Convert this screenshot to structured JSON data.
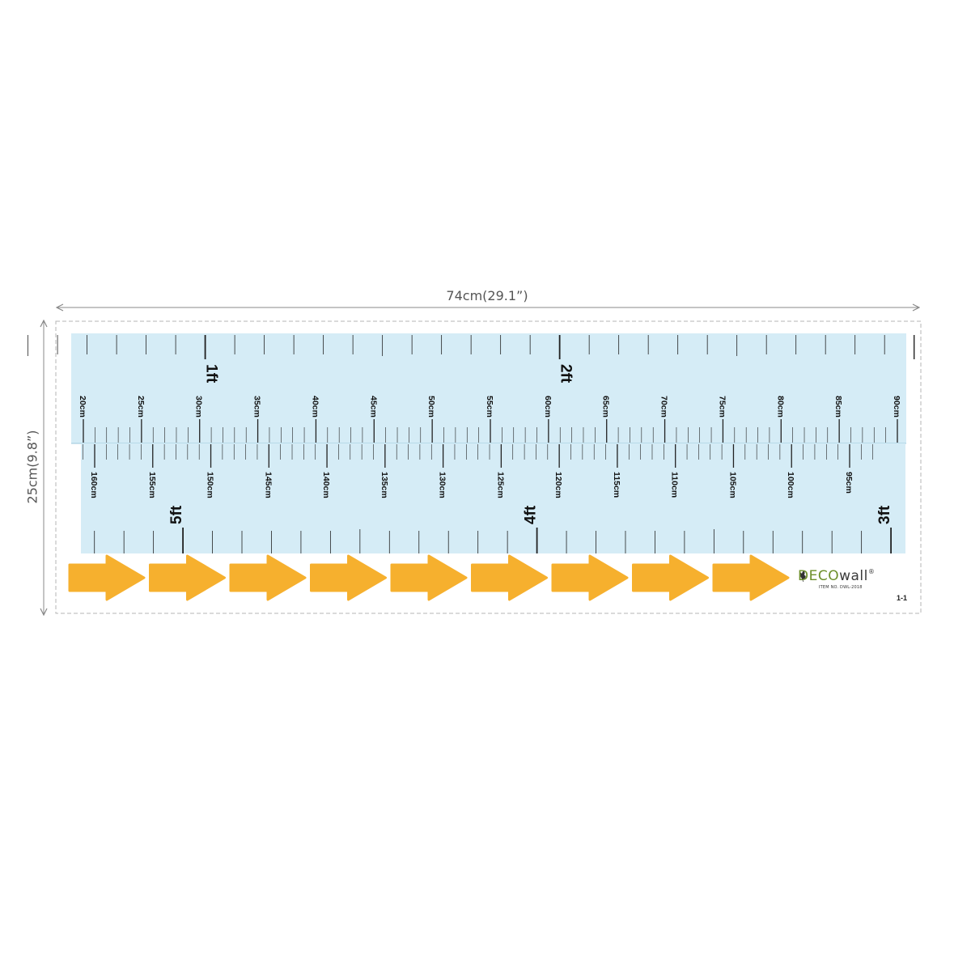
{
  "dimensions": {
    "width_label": "74cm(29.1”)",
    "height_label": "25cm(9.8”)"
  },
  "colors": {
    "strip_fill": "#d5ecf6",
    "arrow_fill": "#f6b02e",
    "dim_line": "#888888",
    "border": "#b5b5b5",
    "tick": "#222222"
  },
  "upper_strip": {
    "cm_labels": [
      "20cm",
      "25cm",
      "30cm",
      "35cm",
      "40cm",
      "45cm",
      "50cm",
      "55cm",
      "60cm",
      "65cm",
      "70cm",
      "75cm",
      "80cm",
      "85cm",
      "90cm"
    ],
    "ft_labels": [
      {
        "text": "1ft",
        "cm": 30.48
      },
      {
        "text": "2ft",
        "cm": 60.96
      }
    ]
  },
  "lower_strip": {
    "cm_labels": [
      "160cm",
      "155cm",
      "150cm",
      "145cm",
      "140cm",
      "135cm",
      "130cm",
      "125cm",
      "120cm",
      "115cm",
      "110cm",
      "105cm",
      "100cm",
      "95cm"
    ],
    "ft_labels": [
      {
        "text": "5ft",
        "cm": 152.4
      },
      {
        "text": "4ft",
        "cm": 121.92
      },
      {
        "text": "3ft",
        "cm": 91.44
      }
    ]
  },
  "arrows": {
    "count": 9,
    "direction": "right"
  },
  "logo": {
    "brand_part1": "DECO",
    "brand_part2": "wall",
    "registered": "®",
    "item_number": "ITEM NO. DWL-2018",
    "icon": "butterfly-icon"
  },
  "sheet_code": "1-1"
}
